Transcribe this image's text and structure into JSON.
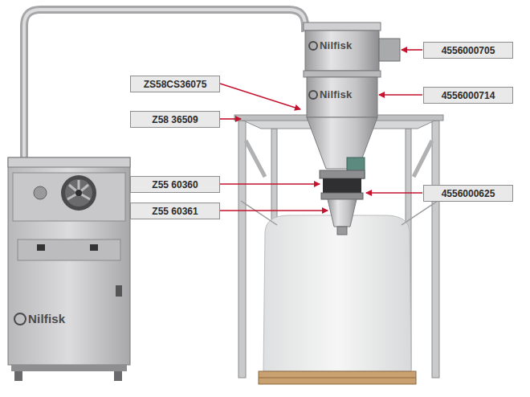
{
  "diagram": {
    "nodes": [
      {
        "text": [
          "4556000705"
        ]
      },
      {
        "text": [
          "ZS58CS36075"
        ]
      },
      {
        "text": [
          "4556000714"
        ]
      },
      {
        "text": [
          "Z58 36509"
        ]
      },
      {
        "text": [
          "Z55 60360"
        ]
      },
      {
        "text": [
          "4556000625"
        ]
      },
      {
        "text": [
          "Z55 60361"
        ]
      }
    ],
    "labels": [
      "Nilfisk",
      "Nilfisk",
      "Nilfisk"
    ]
  }
}
